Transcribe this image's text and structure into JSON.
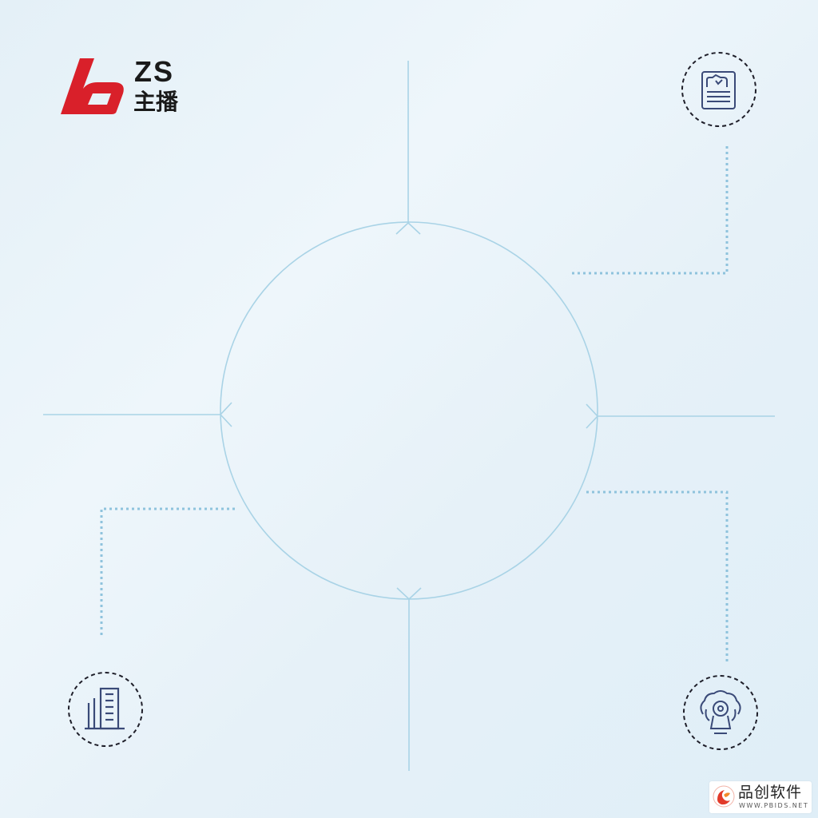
{
  "logo": {
    "name": "ZS",
    "name_cn": "主播",
    "brand_color": "#d9202a",
    "icon": "zs-logo-mark"
  },
  "diagram": {
    "line_color": "#a9d3e6",
    "dotted_color": "#8fc3dd",
    "icon_color": "#3a4a78",
    "nodes": [
      {
        "id": "top-right",
        "icon": "document-icon"
      },
      {
        "id": "bottom-left",
        "icon": "building-icon"
      },
      {
        "id": "bottom-right",
        "icon": "person-headset-icon"
      }
    ]
  },
  "watermark": {
    "name": "品创软件",
    "url": "WWW.PBIDS.NET",
    "icon": "pbids-logo-mark"
  }
}
